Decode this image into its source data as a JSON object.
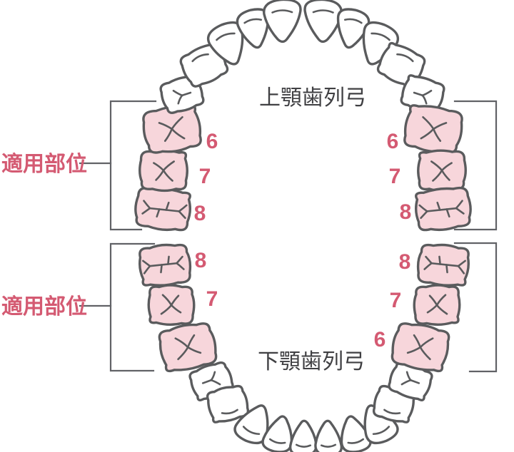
{
  "colors": {
    "background": "#ffffff",
    "tooth_outline": "#5a5b5d",
    "tooth_fill": "#ffffff",
    "highlight_fill": "#f7d6db",
    "accent_text": "#d45a72",
    "title_text": "#404043",
    "bracket_line": "#616266"
  },
  "labels": {
    "upper_arch_title": "上顎歯列弓",
    "lower_arch_title": "下顎歯列弓",
    "applicable_site_upper": "適用部位",
    "applicable_site_lower": "適用部位"
  },
  "tooth_numbers": [
    {
      "id": "upper-left-6",
      "text": "6"
    },
    {
      "id": "upper-left-7",
      "text": "7"
    },
    {
      "id": "upper-left-8",
      "text": "8"
    },
    {
      "id": "upper-right-6",
      "text": "6"
    },
    {
      "id": "upper-right-7",
      "text": "7"
    },
    {
      "id": "upper-right-8",
      "text": "8"
    },
    {
      "id": "lower-left-8",
      "text": "8"
    },
    {
      "id": "lower-left-7",
      "text": "7"
    },
    {
      "id": "lower-right-8",
      "text": "8"
    },
    {
      "id": "lower-right-7",
      "text": "7"
    },
    {
      "id": "lower-right-6",
      "text": "6"
    }
  ],
  "diagram": {
    "type": "dental-arch-occlusal-view",
    "arches": [
      "upper",
      "lower"
    ],
    "teeth_per_quadrant": 8,
    "applicable_tooth_numbers": [
      6,
      7,
      8
    ],
    "applicable_regions": [
      "upper-left",
      "upper-right",
      "lower-left",
      "lower-right"
    ]
  }
}
